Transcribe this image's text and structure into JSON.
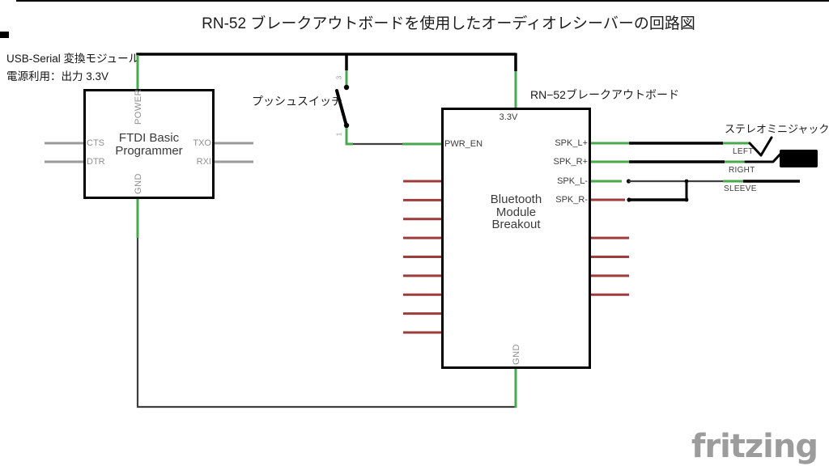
{
  "title": "RN-52 ブレークアウトボードを使用したオーディオレシーバーの回路図",
  "module_note": {
    "line1": "USB-Serial 変換モジュール",
    "line2": "電源利用：出力 3.3V"
  },
  "ftdi": {
    "name_line1": "FTDI Basic",
    "name_line2": "Programmer",
    "pins": {
      "top": "POWER",
      "bottom": "GND",
      "left1": "CTS",
      "left2": "DTR",
      "right1": "TXO",
      "right2": "RXI"
    }
  },
  "push_switch": {
    "label": "プッシュスイッチ",
    "pin_top": "3",
    "pin_bottom": "1"
  },
  "rn52": {
    "label": "RN−52ブレークアウトボード",
    "name_line1": "Bluetooth",
    "name_line2": "Module",
    "name_line3": "Breakout",
    "pins": {
      "top": "3.3V",
      "left": "PWR_EN",
      "right1": "SPK_L+",
      "right2": "SPK_R+",
      "right3": "SPK_L-",
      "right4": "SPK_R-",
      "bottom": "GND"
    }
  },
  "jack": {
    "label": "ステレオミニジャック",
    "contact1": "LEFT",
    "contact2": "RIGHT",
    "contact3": "SLEEVE"
  },
  "watermark": "fritzing",
  "colors": {
    "wire_green": "#4aa84e",
    "wire_black": "#000000",
    "wire_dark_gray": "#3f3f3f",
    "stub_gray": "#9a9a9a",
    "stub_red": "#9e3c3c",
    "pin_label_gray": "#8f8f8f",
    "pin_label_dark": "#3c3c3c",
    "watermark_gray": "#9c9c9c"
  }
}
